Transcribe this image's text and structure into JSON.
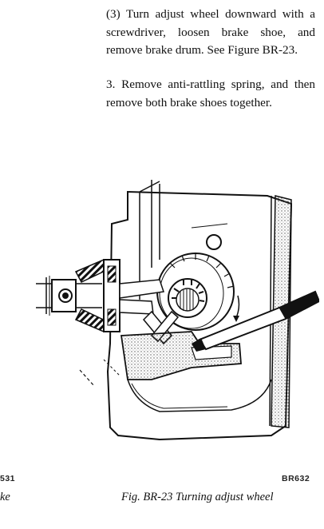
{
  "paragraphs": [
    "(3)  Turn adjust wheel downward with a screwdriver, loosen brake shoe, and remove brake drum. See Figure BR-23.",
    "3.   Remove anti-rattling spring, and then remove both brake shoes together."
  ],
  "figure": {
    "code_left": "531",
    "code_right": "BR632",
    "caption_left": "ke",
    "caption_right": "Fig. BR-23  Turning adjust wheel"
  }
}
